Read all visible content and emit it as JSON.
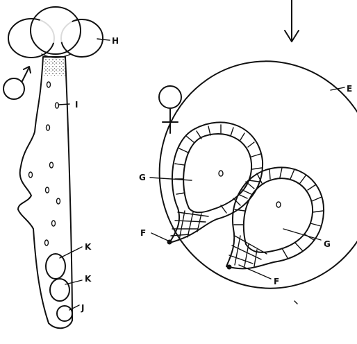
{
  "labels": {
    "H": "H",
    "I": "I",
    "J": "J",
    "K1": "K",
    "K2": "K",
    "E": "E",
    "G1": "G",
    "G2": "G",
    "F1": "F",
    "F2": "F"
  },
  "symbols": {
    "male": "♂",
    "female": "♀"
  }
}
